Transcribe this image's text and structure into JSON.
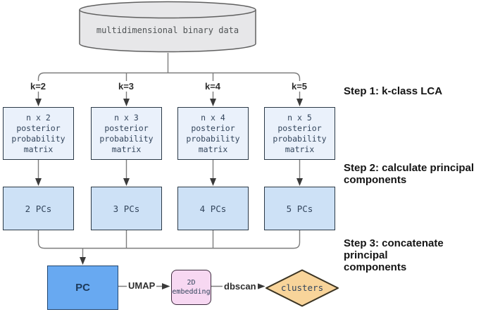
{
  "cylinder": {
    "label": "multidimensional binary data"
  },
  "branches": [
    {
      "k": "k=2",
      "matrix": "n x 2\nposterior\nprobability\nmatrix",
      "pcs": "2 PCs"
    },
    {
      "k": "k=3",
      "matrix": "n x 3\nposterior\nprobability\nmatrix",
      "pcs": "3 PCs"
    },
    {
      "k": "k=4",
      "matrix": "n x 4\nposterior\nprobability\nmatrix",
      "pcs": "4 PCs"
    },
    {
      "k": "k=5",
      "matrix": "n x 5\nposterior\nprobability\nmatrix",
      "pcs": "5 PCs"
    }
  ],
  "steps": [
    "Step 1: k-class LCA",
    "Step 2: calculate principal\ncomponents",
    "Step 3: concatenate principal\ncomponents"
  ],
  "final": {
    "pc": "PC",
    "umap_label": "UMAP",
    "embedding": "2D\nembedding",
    "dbscan_label": "dbscan",
    "clusters": "clusters"
  },
  "colors": {
    "matrix_fill": "#eaf1fb",
    "pcs_fill": "#cde1f6",
    "pc_fill": "#68a9f1",
    "embedding_fill": "#f7d8f2",
    "clusters_fill": "#f8d49a",
    "cylinder_fill": "#e7e7e9",
    "connector": "#7d7d7d",
    "arrowhead": "#3a3a3a",
    "node_border": "#2b3947",
    "node_text": "#33455c"
  }
}
